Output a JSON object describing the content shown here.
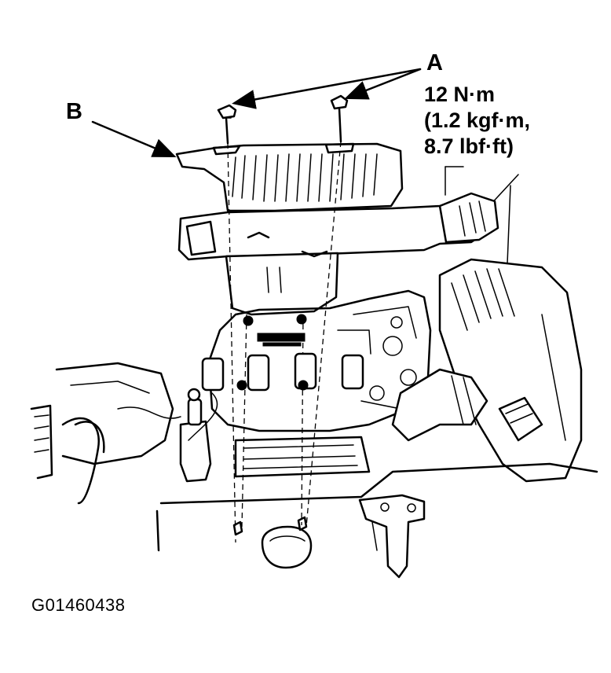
{
  "labels": {
    "a": "A",
    "b": "B",
    "torque_line1": "12 N·m",
    "torque_line2": "(1.2 kgf·m,",
    "torque_line3": "8.7 lbf·ft)"
  },
  "figure_id": "G01460438",
  "colors": {
    "ink": "#000000",
    "background": "#ffffff"
  }
}
